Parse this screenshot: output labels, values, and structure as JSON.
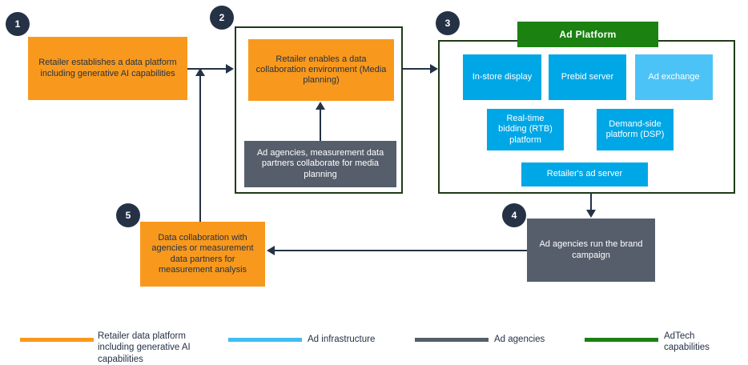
{
  "diagram": {
    "steps": [
      {
        "number": "1"
      },
      {
        "number": "2"
      },
      {
        "number": "3"
      },
      {
        "number": "4"
      },
      {
        "number": "5"
      }
    ],
    "nodes": {
      "step1_box": "Retailer establishes a data platform including generative AI capabilities",
      "step2_box": "Retailer enables a data collaboration environment (Media planning)",
      "step2_partners_box": "Ad agencies, measurement data partners collaborate for media planning",
      "ad_platform_header": "Ad Platform",
      "in_store_display": "In-store display",
      "prebid_server": "Prebid server",
      "ad_exchange": "Ad exchange",
      "rtb_platform": "Real-time bidding (RTB) platform",
      "dsp": "Demand-side platform (DSP)",
      "retailer_ad_server": "Retailer's ad server",
      "step4_box": "Ad agencies run the brand campaign",
      "step5_box": "Data collaboration with agencies or measurement data partners for measurement analysis"
    },
    "legend": [
      {
        "label": "Retailer data platform including generative AI capabilities",
        "color": "#f8991d"
      },
      {
        "label": "Ad infrastructure",
        "color": "#3fbdf4"
      },
      {
        "label": "Ad agencies",
        "color": "#565e6b"
      },
      {
        "label": "AdTech capabilities",
        "color": "#1b8111"
      }
    ],
    "colors": {
      "orange": "#f8991d",
      "blue": "#00a7e7",
      "blue_light": "#4cc3f7",
      "gray": "#565e6b",
      "green": "#1b8111",
      "navy": "#253246",
      "group_border": "#1f3b17"
    }
  }
}
